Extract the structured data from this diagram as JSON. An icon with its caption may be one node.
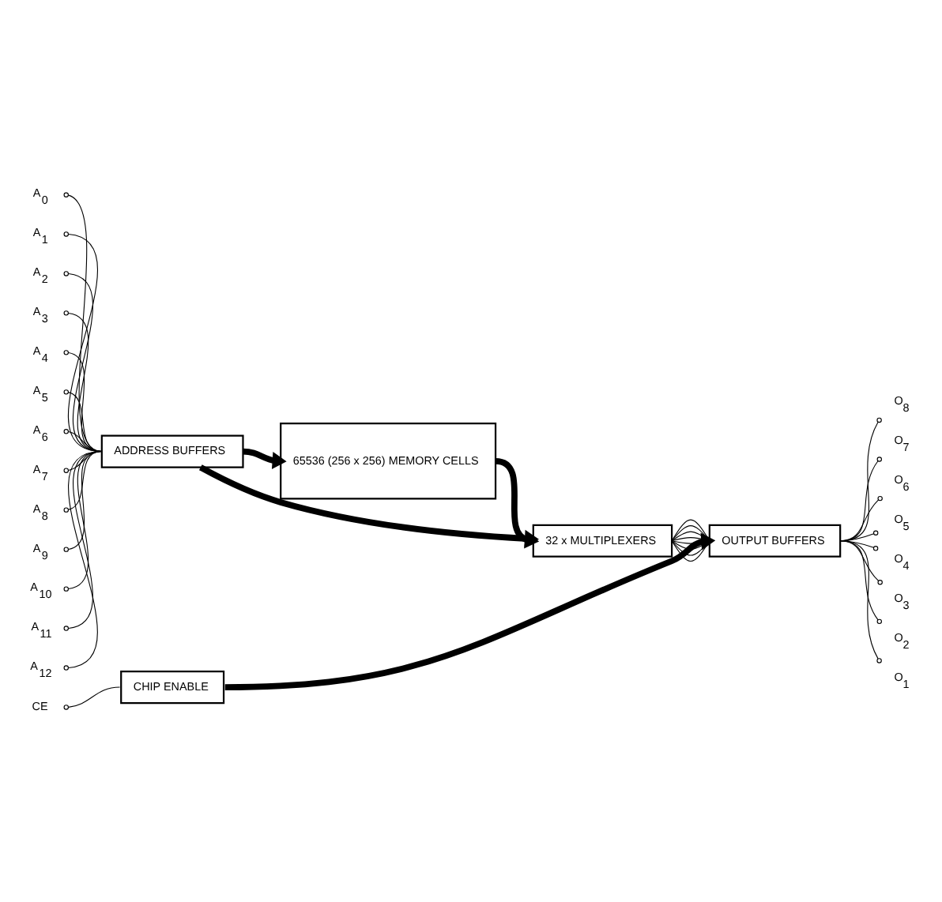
{
  "diagram": {
    "nodes": [
      {
        "text": [
          "A$_{0}$"
        ]
      },
      {
        "text": [
          "A$_{1}$"
        ]
      },
      {
        "text": [
          "A$_{2}$"
        ]
      },
      {
        "text": [
          "A$_{3}$"
        ]
      },
      {
        "text": [
          "A$_{4}$"
        ]
      },
      {
        "text": [
          "A$_{5}$"
        ]
      },
      {
        "text": [
          "A$_{6}$"
        ]
      },
      {
        "text": [
          "A$_{7}$"
        ]
      },
      {
        "text": [
          "A$_{8}$"
        ]
      },
      {
        "text": [
          "A$_{9}$"
        ]
      },
      {
        "text": [
          "A$_{10}$"
        ]
      },
      {
        "text": [
          "A$_{11}$"
        ]
      },
      {
        "text": [
          "A$_{12}$"
        ]
      },
      {
        "text": [
          "ADDRESS BUFFERS"
        ]
      },
      {
        "text": [
          "65536 (256 x 256) MEMORY CELLS"
        ]
      },
      {
        "text": [
          "32 x MULTIPLEXERS"
        ]
      },
      {
        "text": [
          "CE"
        ]
      },
      {
        "text": [
          "CHIP ENABLE"
        ]
      },
      {
        "text": [
          "OUTPUT BUFFERS"
        ]
      },
      {
        "text": [
          "O$_{8}$"
        ]
      },
      {
        "text": [
          "O$_{7}$"
        ]
      },
      {
        "text": [
          "O$_{6}$"
        ]
      },
      {
        "text": [
          "O$_{5}$"
        ]
      },
      {
        "text": [
          "O$_{4}$"
        ]
      },
      {
        "text": [
          "O$_{3}$"
        ]
      },
      {
        "text": [
          "O$_{2}$"
        ]
      },
      {
        "text": [
          "O$_{1}$"
        ]
      }
    ],
    "edges": [
      {
        "from": 0,
        "to": 13,
        "arrow": "other"
      },
      {
        "from": 1,
        "to": 13,
        "arrow": "other"
      },
      {
        "from": 2,
        "to": 13,
        "arrow": "other"
      },
      {
        "from": 3,
        "to": 13,
        "arrow": "other"
      },
      {
        "from": 4,
        "to": 13,
        "arrow": "other"
      },
      {
        "from": 5,
        "to": 13,
        "arrow": "other"
      },
      {
        "from": 6,
        "to": 13,
        "arrow": "other"
      },
      {
        "from": 7,
        "to": 13,
        "arrow": "other"
      },
      {
        "from": 8,
        "to": 13,
        "arrow": "other"
      },
      {
        "from": 9,
        "to": 13,
        "arrow": "other"
      },
      {
        "from": 10,
        "to": 13,
        "arrow": "other"
      },
      {
        "from": 11,
        "to": 13,
        "arrow": "other"
      },
      {
        "from": 12,
        "to": 13,
        "arrow": "other"
      },
      {
        "from": 13,
        "to": 14,
        "arrow": "to",
        "style": "thick"
      },
      {
        "from": 13,
        "to": 15,
        "arrow": "to",
        "style": "thick"
      },
      {
        "from": 14,
        "to": 15,
        "arrow": "to",
        "style": "thick"
      },
      {
        "from": 16,
        "to": 17,
        "arrow": "other"
      },
      {
        "from": 17,
        "to": 18,
        "arrow": "to",
        "style": "thick"
      },
      {
        "from": 15,
        "to": 18,
        "arrow": "none"
      },
      {
        "from": 15,
        "to": 18,
        "arrow": "none"
      },
      {
        "from": 15,
        "to": 18,
        "arrow": "none"
      },
      {
        "from": 15,
        "to": 18,
        "arrow": "none"
      },
      {
        "from": 15,
        "to": 18,
        "arrow": "none"
      },
      {
        "from": 15,
        "to": 18,
        "arrow": "none"
      },
      {
        "from": 15,
        "to": 18,
        "arrow": "none"
      },
      {
        "from": 15,
        "to": 18,
        "arrow": "none"
      },
      {
        "from": 19,
        "to": 18,
        "arrow": "other"
      },
      {
        "from": 20,
        "to": 18,
        "arrow": "other"
      },
      {
        "from": 21,
        "to": 18,
        "arrow": "other"
      },
      {
        "from": 22,
        "to": 18,
        "arrow": "other"
      },
      {
        "from": 23,
        "to": 18,
        "arrow": "other"
      },
      {
        "from": 24,
        "to": 18,
        "arrow": "other"
      },
      {
        "from": 25,
        "to": 18,
        "arrow": "other"
      },
      {
        "from": 26,
        "to": 18,
        "arrow": "other"
      }
    ]
  }
}
